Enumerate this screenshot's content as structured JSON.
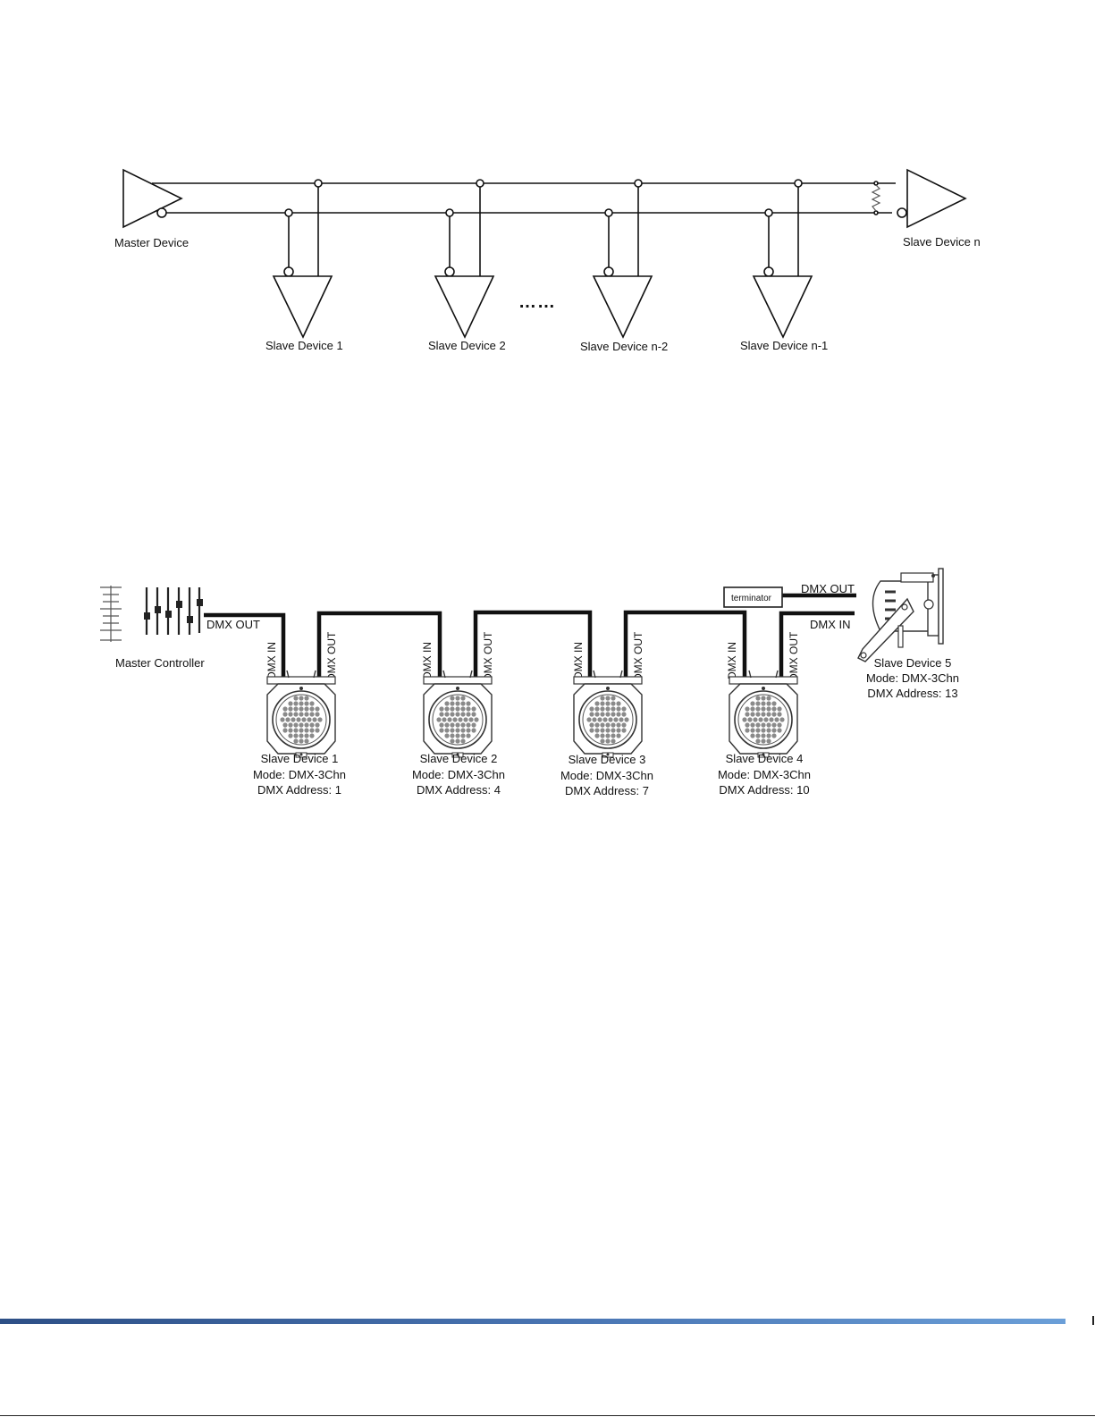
{
  "bus_diagram": {
    "master_label": "Master Device",
    "slave_n_label": "Slave Device n",
    "slave_labels": [
      "Slave Device 1",
      "Slave Device 2",
      "Slave Device n-2",
      "Slave Device n-1"
    ],
    "ellipsis": "……"
  },
  "wiring_diagram": {
    "controller_label": "Master Controller",
    "controller_out": "DMX OUT",
    "port_in": "DMX IN",
    "port_out": "DMX OUT",
    "terminator": "terminator",
    "last_out": "DMX OUT",
    "last_in": "DMX IN",
    "devices": [
      {
        "name": "Slave Device 1",
        "mode": "Mode: DMX-3Chn",
        "address": "DMX Address: 1"
      },
      {
        "name": "Slave Device 2",
        "mode": "Mode: DMX-3Chn",
        "address": "DMX Address: 4"
      },
      {
        "name": "Slave Device 3",
        "mode": "Mode: DMX-3Chn",
        "address": "DMX Address: 7"
      },
      {
        "name": "Slave Device 4",
        "mode": "Mode: DMX-3Chn",
        "address": "DMX Address: 10"
      },
      {
        "name": "Slave Device 5",
        "mode": "Mode: DMX-3Chn",
        "address": "DMX Address: 13"
      }
    ]
  },
  "footer": {
    "bar_color_start": "#2d4f86",
    "bar_color_end": "#6b9fd8"
  }
}
